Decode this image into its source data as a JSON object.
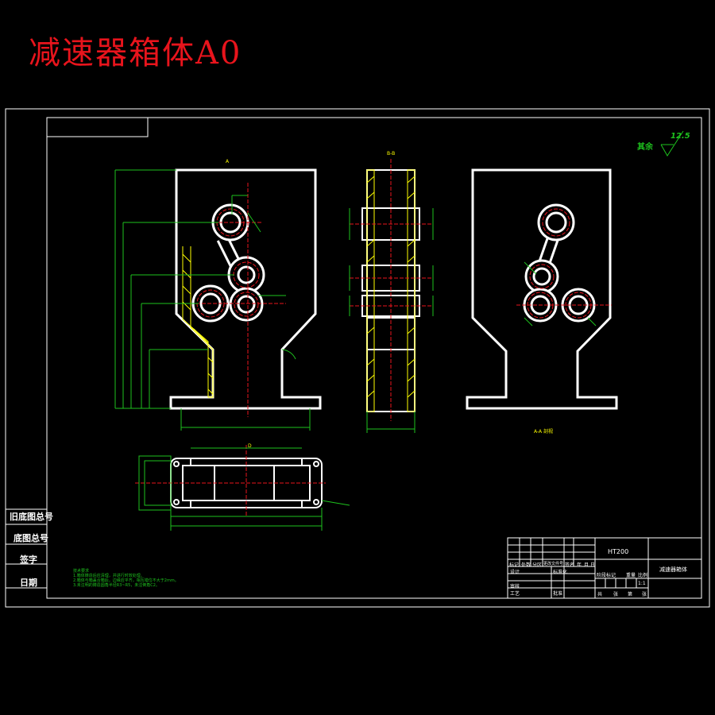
{
  "drawing": {
    "title": "减速器箱体A0",
    "roughness_label": "其余",
    "roughness_value": "12.5",
    "material": "HT200",
    "part_name": "减速器箱体",
    "scale": "1:1"
  },
  "side_block": {
    "rows": [
      "旧底图总号",
      "底图总号",
      "签字",
      "日期"
    ]
  },
  "title_block": {
    "row_labels": [
      "设计",
      "审核",
      "工艺"
    ],
    "col_headers": [
      "标记",
      "处数",
      "分区",
      "更改文件号",
      "签名",
      "年",
      "月",
      "日"
    ],
    "mid_cells": [
      "标准化",
      "",
      "批准"
    ],
    "mid_labels": [
      "阶段标记",
      "重量",
      "比例"
    ],
    "bottom": [
      "共",
      "张",
      "第",
      "张"
    ]
  },
  "notes": {
    "lines": [
      "技术要求",
      "1.箱体铸造后应清理，并进行时效处理。",
      "2.箱体与箱盖合箱后，边缘应平齐，相互错位不大于2mm。",
      "3.未注明的铸造圆角半径R3~R5，未注倒角C2。"
    ]
  },
  "section_labels": {
    "view_b": "B-B",
    "view_a": "A",
    "view_c": "A-A 剖视",
    "view_d": "D"
  }
}
